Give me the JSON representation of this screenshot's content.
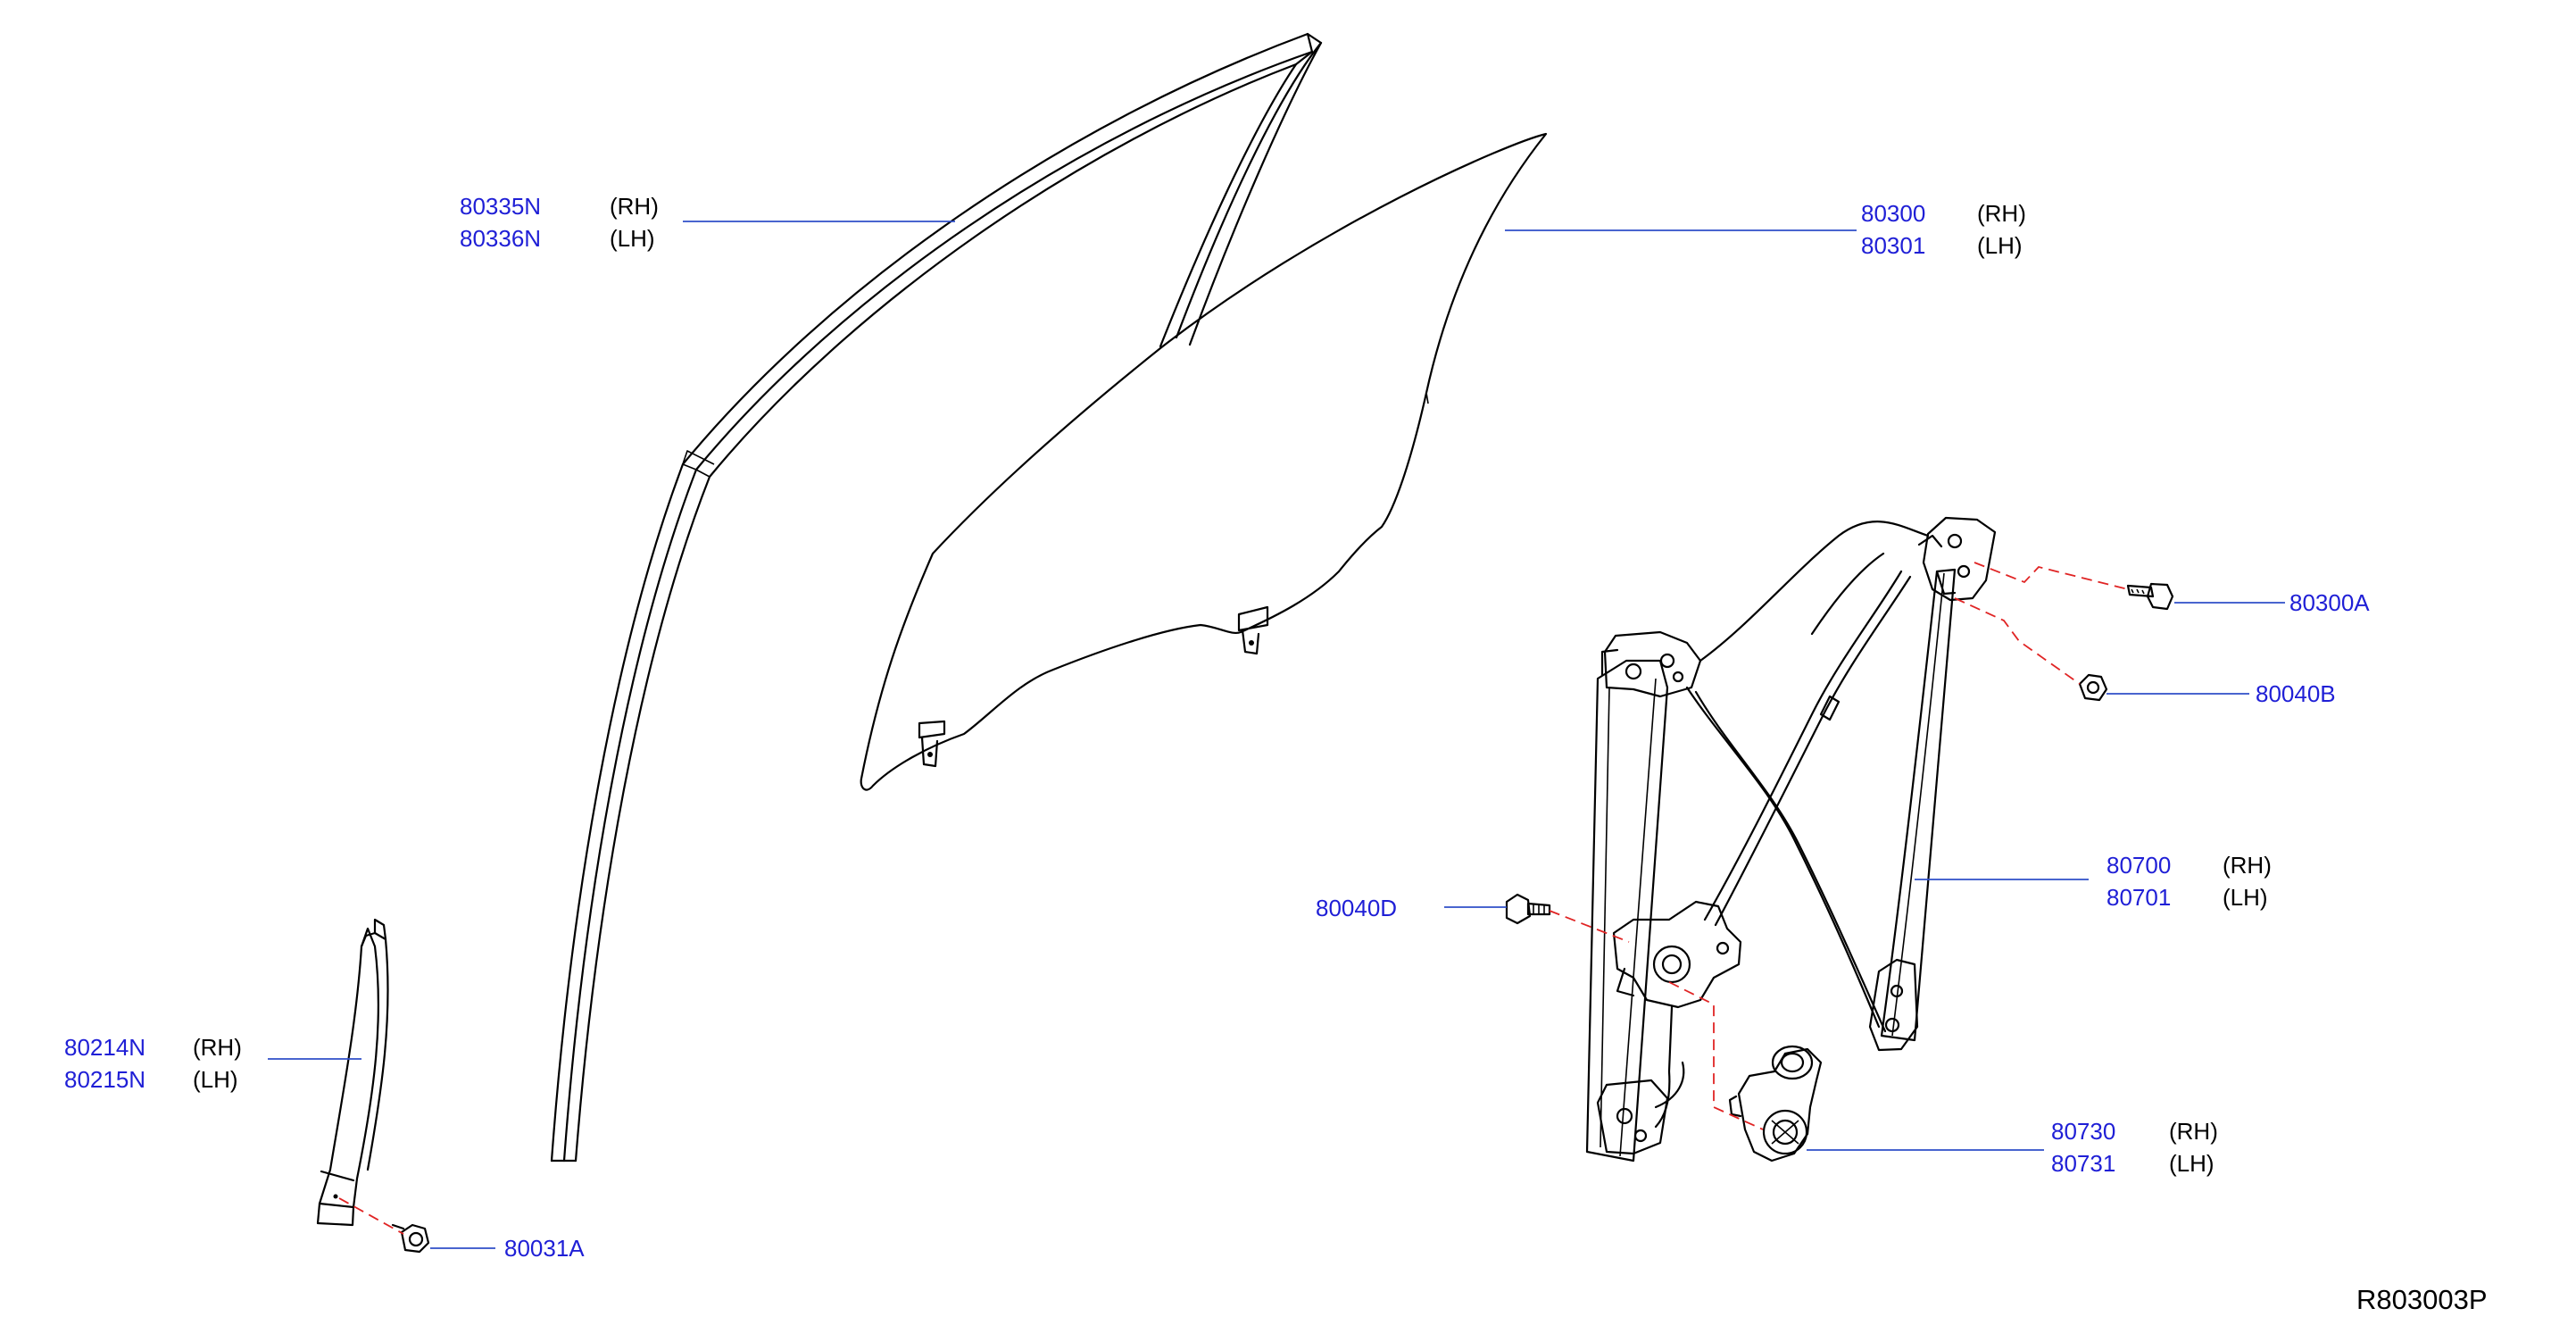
{
  "diagram_code": "R803003P",
  "callouts": [
    {
      "id": "sash",
      "part_numbers": [
        "80335N",
        "80336N"
      ],
      "sides": [
        "(RH)",
        "(LH)"
      ]
    },
    {
      "id": "glass",
      "part_numbers": [
        "80300",
        "80301"
      ],
      "sides": [
        "(RH)",
        "(LH)"
      ]
    },
    {
      "id": "bolt-a",
      "part_numbers": [
        "80300A"
      ],
      "sides": []
    },
    {
      "id": "nut-b",
      "part_numbers": [
        "80040B"
      ],
      "sides": []
    },
    {
      "id": "regulator",
      "part_numbers": [
        "80700",
        "80701"
      ],
      "sides": [
        "(RH)",
        "(LH)"
      ]
    },
    {
      "id": "bolt-d",
      "part_numbers": [
        "80040D"
      ],
      "sides": []
    },
    {
      "id": "motor",
      "part_numbers": [
        "80730",
        "80731"
      ],
      "sides": [
        "(RH)",
        "(LH)"
      ]
    },
    {
      "id": "garnish",
      "part_numbers": [
        "80214N",
        "80215N"
      ],
      "sides": [
        "(RH)",
        "(LH)"
      ]
    },
    {
      "id": "clip",
      "part_numbers": [
        "80031A"
      ],
      "sides": []
    }
  ],
  "colors": {
    "part_number_text": "#1f1fd6",
    "leader_line": "#2f4fc8",
    "fastener_dashed_line": "#e02424",
    "part_outline": "#000000"
  }
}
